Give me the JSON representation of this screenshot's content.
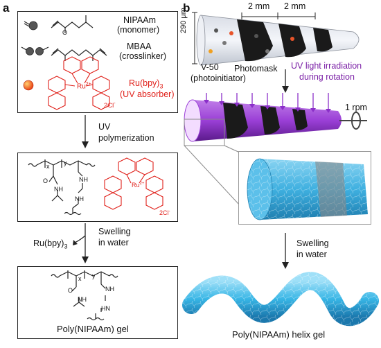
{
  "panel_a": {
    "letter": "a",
    "monomer_name": "NIPAAm",
    "monomer_role": "(monomer)",
    "crosslinker_name": "MBAA",
    "crosslinker_role": "(crosslinker)",
    "absorber_name": "Ru(bpy)",
    "absorber_sub": "3",
    "absorber_role": "(UV absorber)",
    "counterion": "2Cl",
    "counterion_sup": "-",
    "metal": "Ru",
    "metal_sup": "2+",
    "step1_line1": "UV",
    "step1_line2": "polymerization",
    "x_sub": "x",
    "y_sub": "y",
    "nh": "NH",
    "nh2": "NH",
    "hn": "HN",
    "o": "O",
    "step2_line1": "Swelling",
    "step2_line2": "in water",
    "removed_main": "Ru(bpy)",
    "removed_sub": "3",
    "final_label": "Poly(NIPAAm) gel",
    "colors": {
      "red": "#e0201a",
      "black": "#222222"
    }
  },
  "panel_b": {
    "letter": "b",
    "dim1": "2 mm",
    "dim2": "2 mm",
    "diameter": "290 μm",
    "photoinitiator_line1": "V-50",
    "photoinitiator_line2": "(photoinitiator)",
    "photomask": "Photomask",
    "uv_line1": "UV light irradiation",
    "uv_line2": "during rotation",
    "rpm": "1 rpm",
    "step_line1": "Swelling",
    "step_line2": "in water",
    "final_label": "Poly(NIPAAm) helix gel",
    "colors": {
      "purple": "#8b2fc9",
      "uv_text": "#7a1fa6",
      "helix": "#33b8e6",
      "mask": "#1a1a1a"
    }
  }
}
